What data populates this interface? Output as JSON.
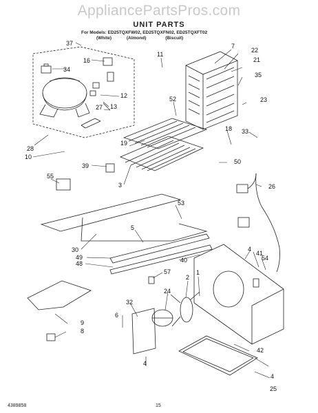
{
  "watermark": "AppliancePartsPros.com",
  "title": "UNIT PARTS",
  "models": {
    "line": "For Models: ED25TQXFW02, ED25TQXFN02, ED25TQXFT02",
    "finish_white": "(White)",
    "finish_almond": "(Almond)",
    "finish_biscuit": "(Biscuit)"
  },
  "callouts": [
    "37",
    "34",
    "16",
    "11",
    "7",
    "22",
    "21",
    "35",
    "12",
    "13",
    "27",
    "52",
    "23",
    "28",
    "10",
    "19",
    "18",
    "33",
    "39",
    "3",
    "50",
    "55",
    "26",
    "53",
    "5",
    "30",
    "49",
    "48",
    "40",
    "4",
    "41",
    "54",
    "57",
    "2",
    "1",
    "24",
    "32",
    "6",
    "9",
    "8",
    "4",
    "42",
    "4",
    "25"
  ],
  "footer": {
    "code": "4389858",
    "page": "15"
  }
}
